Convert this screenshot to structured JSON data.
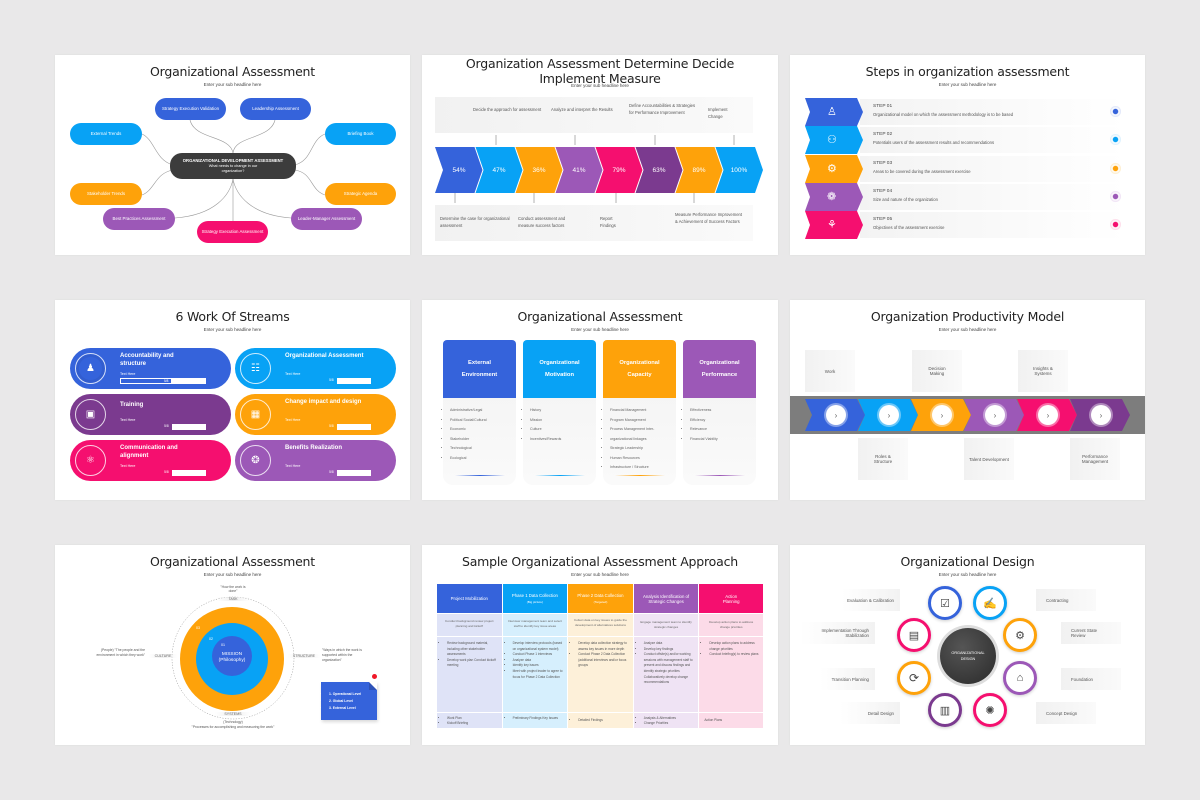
{
  "background_color": "#e9e8e9",
  "colors": {
    "blue": "#3563db",
    "sky": "#08a2f5",
    "orange": "#fea20a",
    "purple": "#9c58b7",
    "pink": "#f50f6f",
    "dark_purple": "#7b3a8f",
    "dark": "#3c3c3c"
  },
  "slides": [
    {
      "title": "Organizational Assessment",
      "subtitle": "Enter your sub headline here",
      "center": {
        "title": "ORGANIZATIONAL DEVELOPMENT ASSESSMENT",
        "text": "What needs to change in our organization?"
      },
      "nodes": [
        {
          "label": "Strategy Execution Validation",
          "color": "blue"
        },
        {
          "label": "Leadership Assessment",
          "color": "blue"
        },
        {
          "label": "External Trends",
          "color": "sky"
        },
        {
          "label": "Briefing Book",
          "color": "sky"
        },
        {
          "label": "Stakeholder Trends",
          "color": "orange"
        },
        {
          "label": "Strategic Agenda",
          "color": "orange"
        },
        {
          "label": "Best Practices Assessment",
          "color": "purple"
        },
        {
          "label": "Leader-Manager Assessment",
          "color": "purple"
        },
        {
          "label": "Strategy Execution Assessment",
          "color": "pink"
        }
      ]
    },
    {
      "title": "Organization Assessment Determine Decide Implement Measure",
      "subtitle": "Enter your sub headline here",
      "top_notes": [
        "Decide the approach for assessment",
        "Analyze and interpret the Results",
        "Define Accountabilities & Strategies for Performance Improvement",
        "Implement Change"
      ],
      "percentages": [
        "54%",
        "47%",
        "36%",
        "41%",
        "79%",
        "63%",
        "89%",
        "100%"
      ],
      "bottom_notes": [
        "Determine the case for organizational assessment",
        "Conduct assessment and measure success factors",
        "Report Findings",
        "Measure Performance Improvement & Achievement of Success Factors"
      ]
    },
    {
      "title": "Steps in organization assessment",
      "subtitle": "Enter your sub headline here",
      "steps": [
        {
          "label": "STEP 01",
          "text": "Organizational model on which the assessment methodology is to be based",
          "color": "blue",
          "icon": "org-chart-icon"
        },
        {
          "label": "STEP 02",
          "text": "Potentials users of the assessment results and recommendations",
          "color": "sky",
          "icon": "network-people-icon"
        },
        {
          "label": "STEP 03",
          "text": "Areas to be covered during the assessment exercise",
          "color": "orange",
          "icon": "gear-team-icon"
        },
        {
          "label": "STEP 04",
          "text": "Size and nature of the organization",
          "color": "purple",
          "icon": "building-gear-icon"
        },
        {
          "label": "STEP 05",
          "text": "Objectives of the assessment exercise",
          "color": "pink",
          "icon": "team-chart-icon"
        }
      ]
    },
    {
      "title": "6 Work Of Streams",
      "subtitle": "Enter your sub headline here",
      "streams": [
        {
          "title": "Accountability and structure",
          "text": "Text Here",
          "value": "5/8",
          "color": "blue"
        },
        {
          "title": "Organizational Assessment",
          "text": "Text Here",
          "value": "5/8",
          "color": "sky"
        },
        {
          "title": "Training",
          "text": "Text Here",
          "value": "5/8",
          "color": "dark_purple"
        },
        {
          "title": "Change impact and design",
          "text": "Text Here",
          "value": "5/8",
          "color": "orange"
        },
        {
          "title": "Communication and alignment",
          "text": "Text Here",
          "value": "5/8",
          "color": "pink"
        },
        {
          "title": "Benefits Realization",
          "text": "Text Here",
          "value": "5/8",
          "color": "purple"
        }
      ]
    },
    {
      "title": "Organizational Assessment",
      "subtitle": "Enter your sub headline here",
      "cards": [
        {
          "title": "External Environment",
          "color": "blue",
          "items": [
            "Administrative/Legal",
            "Political Social/Cultural",
            "Economic",
            "Stakeholder",
            "Technological",
            "Ecological"
          ]
        },
        {
          "title": "Organizational Motivation",
          "color": "sky",
          "items": [
            "History",
            "Mission",
            "Culture",
            "Incentives/Rewards"
          ]
        },
        {
          "title": "Organizational Capacity",
          "color": "orange",
          "items": [
            "Financial Management",
            "Program Management",
            "Process Management Inter-",
            "organizational linkages",
            "Strategic Leadership",
            "Human Resources",
            "Infrastructure / Structure"
          ]
        },
        {
          "title": "Organizational Performance",
          "color": "purple",
          "items": [
            "Effectiveness",
            "Efficiency",
            "Relevance",
            "Financial Viability"
          ]
        }
      ]
    },
    {
      "title": "Organization Productivity Model",
      "subtitle": "Enter your sub headline here",
      "top_boxes": [
        "Work",
        "Decision Making",
        "Insights & Systems"
      ],
      "bottom_boxes": [
        "Roles & Structure",
        "Talent Development",
        "Performance Management"
      ],
      "arrow_colors": [
        "blue",
        "sky",
        "orange",
        "purple",
        "pink",
        "dark_purple"
      ]
    },
    {
      "title": "Organizational Assessment",
      "subtitle": "Enter your sub headline here",
      "task": {
        "label": "TASK",
        "quote": "\"How the work is done\""
      },
      "culture": {
        "label": "CULTURE",
        "quote": "(People) \"The people and the environment in which they work\""
      },
      "structure": {
        "label": "STRUCTURE",
        "quote": "\"Ways in which the work is supported within the organization\""
      },
      "systems": {
        "label": "SYSTEMS",
        "quote1": "(Technology)",
        "quote2": "\"Processes for accomplishing and measuring the work\""
      },
      "rings": {
        "outer": "03",
        "middle": "02",
        "inner_num": "01",
        "inner_title": "MISSION",
        "inner_sub": "(Philosophy)"
      },
      "note_items": [
        "1. Operational Level",
        "2. Global Level",
        "3. External Level"
      ]
    },
    {
      "title": "Sample Organizational Assessment Approach",
      "subtitle": "Enter your sub headline here",
      "columns": [
        {
          "header": "Project Mobilization",
          "sub": "",
          "color": "blue",
          "tint": "#dfe3f7",
          "desc": "Conduct background review project planning and kickoff",
          "bullets": [
            "Review background material, including other stakeholder assessments",
            "Develop work plan Conduct kickoff meeting"
          ],
          "outputs": [
            "Work Plan",
            "Kickoff Briefing"
          ]
        },
        {
          "header": "Phase 1 Data Collection",
          "sub": "(Big picture)",
          "color": "sky",
          "tint": "#d6effd",
          "desc": "Interview management team and select staff to identify key issue areas",
          "bullets": [
            "Develop interview protocols (based on organizational system model)",
            "Conduct Phase 1 interviews",
            "Analyze data",
            "Identify key issues",
            "Meet with project leader to agree to focus for Phase 2 Data Collection"
          ],
          "outputs": [
            "Preliminary Findings Key Issues"
          ]
        },
        {
          "header": "Phase 2 Data Collection",
          "sub": "(Targeted)",
          "color": "orange",
          "tint": "#fdf0d9",
          "desc": "Collect data on key issues to guide the development of alternatives solutions",
          "bullets": [
            "Develop data collection strategy to assess key issues in more depth",
            "Conduct Phase 2 Data Collection (additional interviews and/or focus groups"
          ],
          "outputs": [
            "Detailed Findings"
          ]
        },
        {
          "header": "Analysis Identification of Strategic Changes",
          "sub": "",
          "color": "purple",
          "tint": "#efe3f4",
          "desc": "Engage management team to identify strategic changes",
          "bullets": [
            "Analyze data",
            "Develop key findings",
            "Conduct offsite(s) and/or working sessions with management staff to present and discuss findings and identify strategic priorities Collaboratively develop change recommendations"
          ],
          "outputs": [
            "Analysis & Alternatives",
            "Change Priorities"
          ]
        },
        {
          "header": "Action Planning",
          "sub": "",
          "color": "pink",
          "tint": "#fcdbe8",
          "desc": "Develop action plans to address change priorities",
          "bullets": [
            "Develop action plans to address change priorities",
            "Conduct briefing(s) to review plans"
          ],
          "outputs": [
            "Action Plans"
          ]
        }
      ]
    },
    {
      "title": "Organizational Design",
      "subtitle": "Enter your sub headline here",
      "center": "ORGANIZATIONAL DESIGN",
      "left_labels": [
        "Evaluation & Calibration",
        "Implementation Through Stabilization",
        "Transition Planning",
        "Detail Design"
      ],
      "right_labels": [
        "Contracting",
        "Current State Review",
        "Foundation",
        "Concept Design"
      ]
    }
  ]
}
